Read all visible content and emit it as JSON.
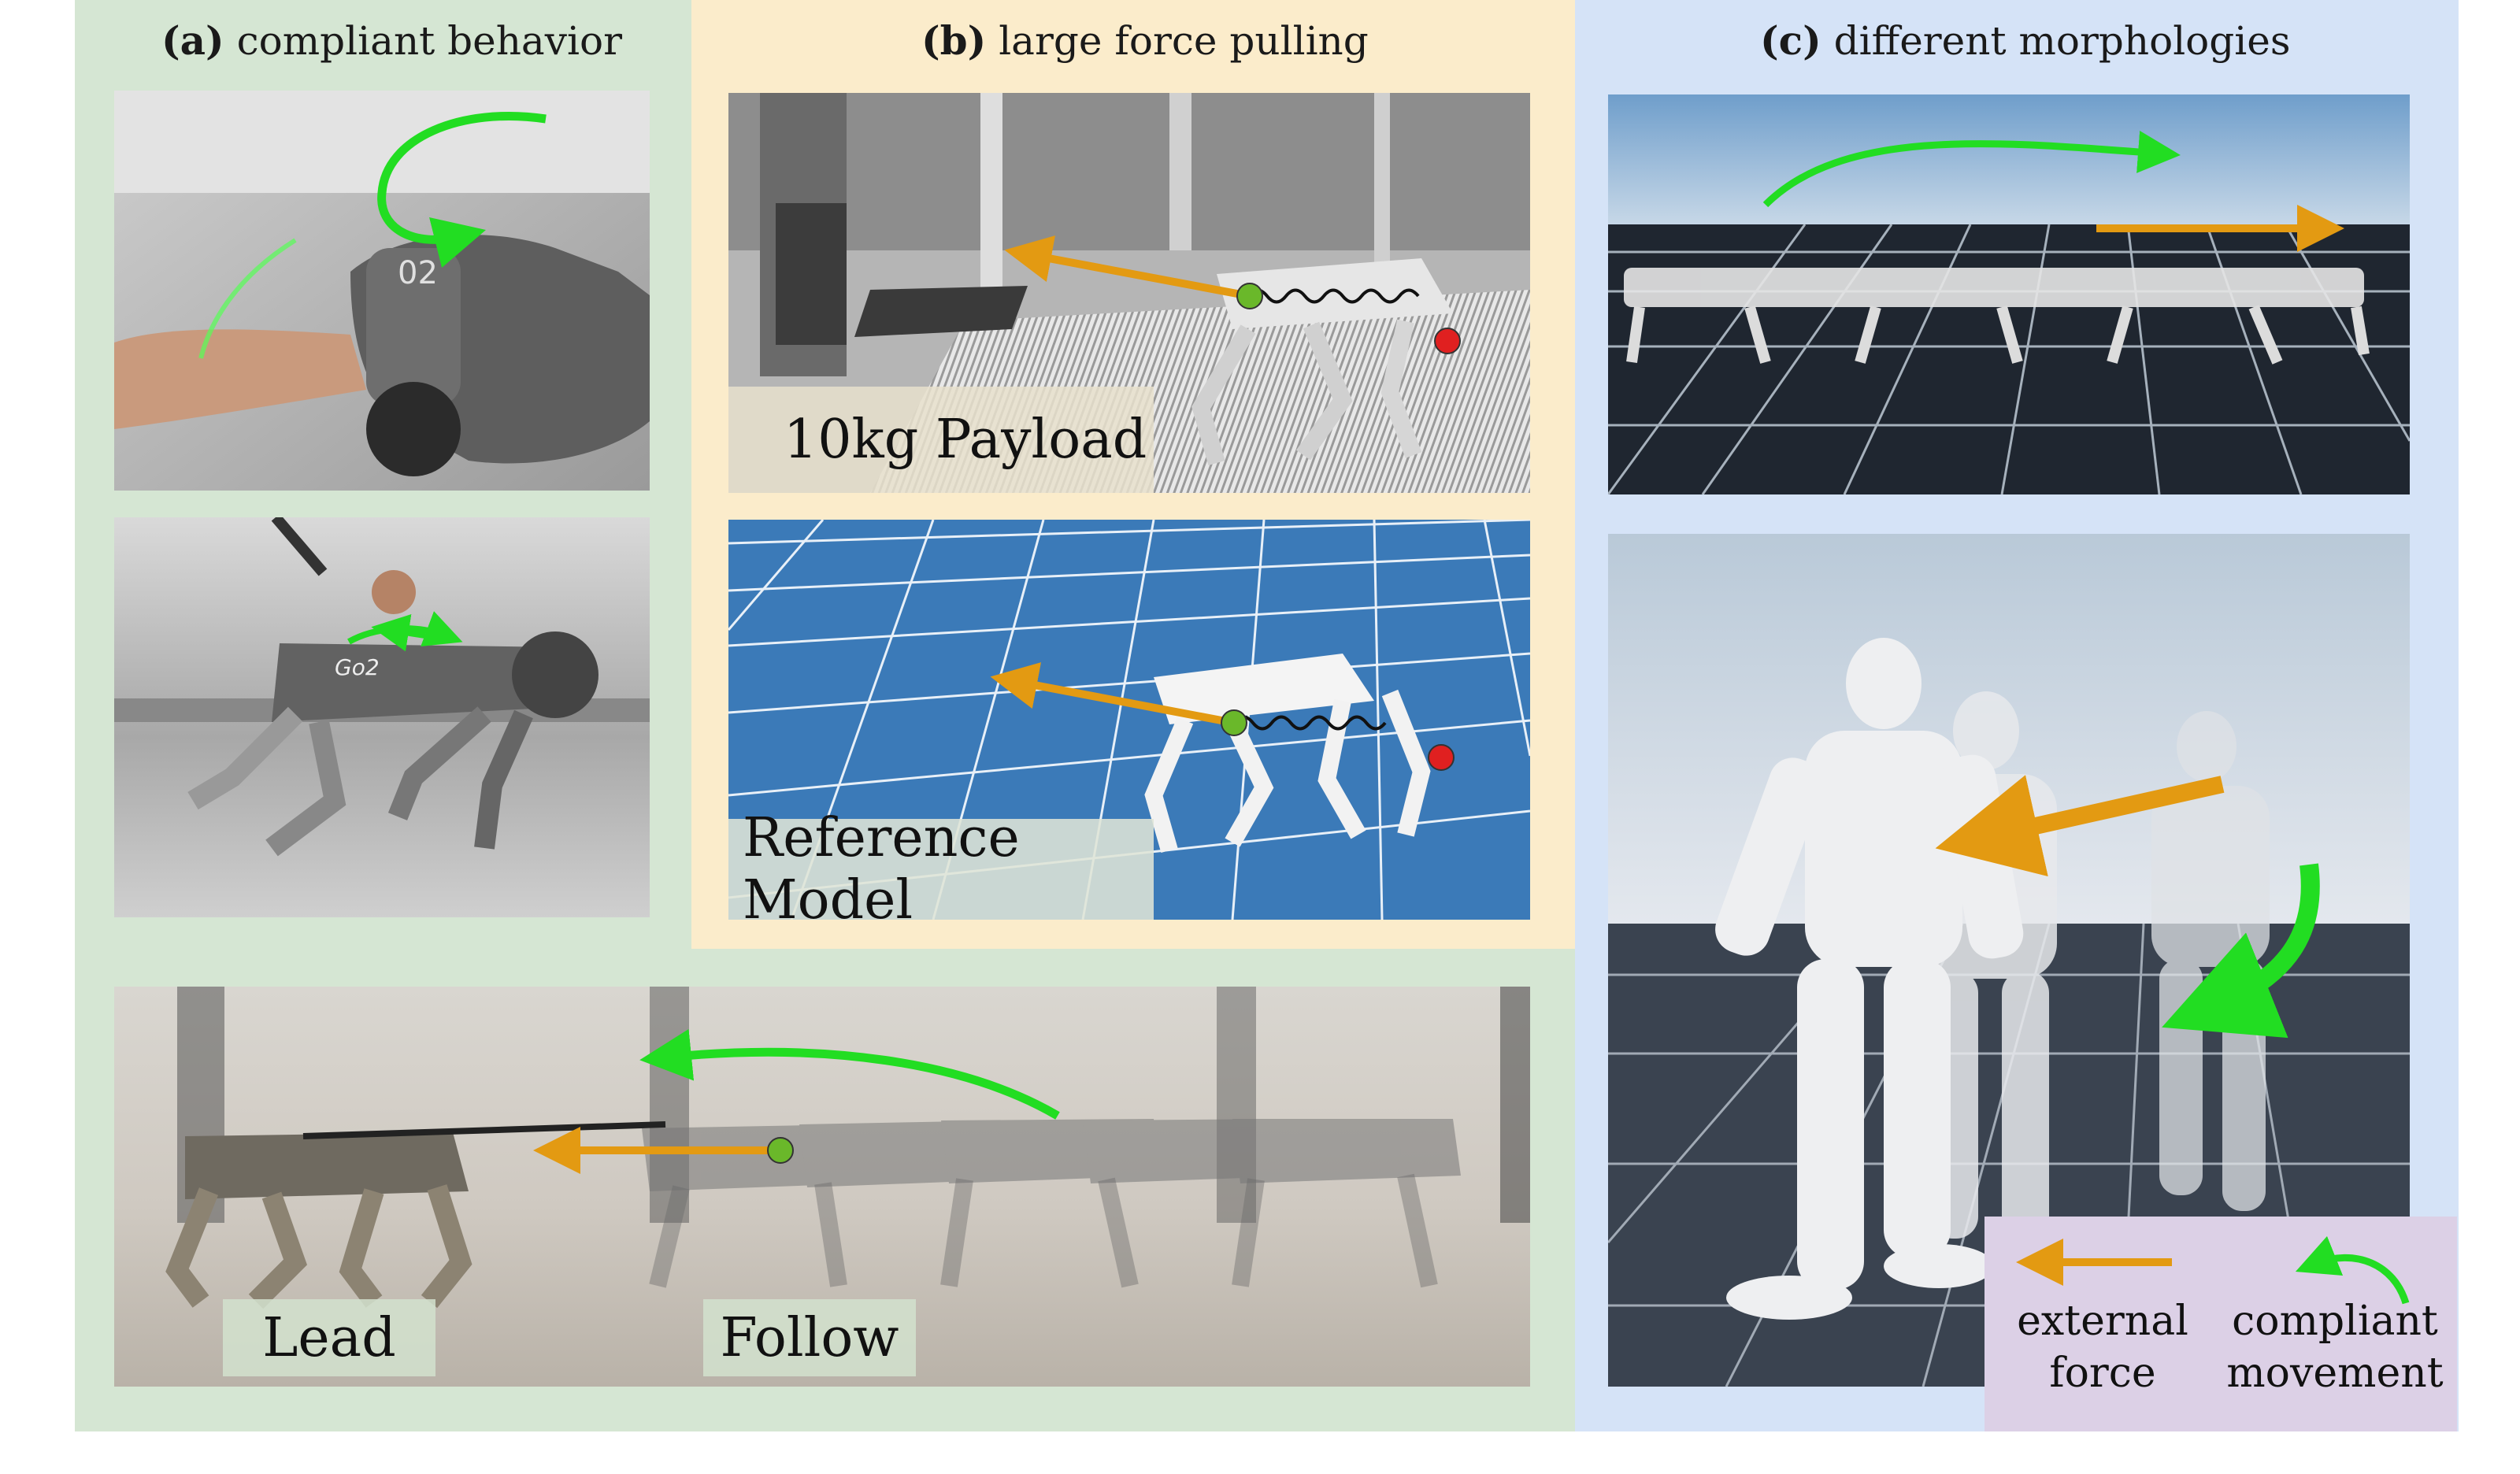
{
  "panels": {
    "a": {
      "letter": "(a)",
      "title": "compliant behavior"
    },
    "b": {
      "letter": "(b)",
      "title": "large force pulling"
    },
    "c": {
      "letter": "(c)",
      "title": "different morphologies"
    }
  },
  "labels": {
    "payload": "10kg Payload",
    "reference_model": "Reference Model",
    "lead": "Lead",
    "follow": "Follow",
    "robot_number": "02",
    "robot_model": "Go2"
  },
  "legend": {
    "external_force_line1": "external",
    "external_force_line2": "force",
    "compliant_line1": "compliant",
    "compliant_line2": "movement"
  },
  "colors": {
    "panel_a_bg": "#d5e6d3",
    "panel_b_bg": "#fbeccb",
    "panel_c_bg": "#d5e3f7",
    "legend_bg": "#dcd0e6",
    "force_arrow": "#e39a12",
    "compliant_arrow": "#22dd22"
  }
}
